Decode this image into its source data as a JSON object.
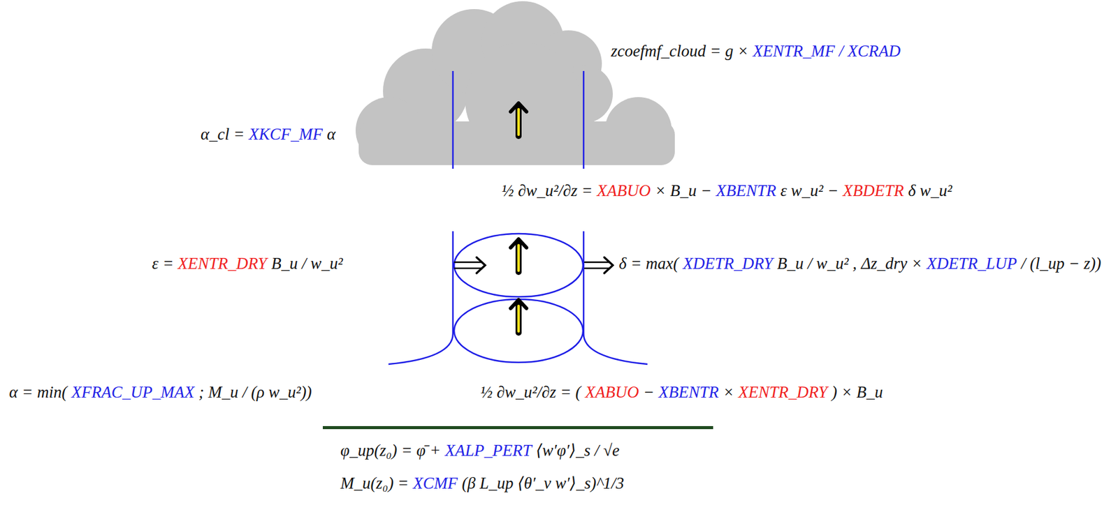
{
  "diagram": {
    "labels": [
      "zcoefmf_cloud = g ×",
      "XENTR_MF / XCRAD",
      "α_cl =",
      "XKCF_MF",
      "α",
      "½ ∂w_u²/∂z =",
      "XABUO",
      "× B_u −",
      "XBENTR",
      "ε w_u² −",
      "XBDETR",
      "δ w_u²",
      "ε =",
      "XENTR_DRY",
      "B_u / w_u²",
      "δ = max(",
      "XDETR_DRY",
      "B_u / w_u² ,",
      "Δz_dry ×",
      "XDETR_LUP",
      "/ (l_up − z))",
      "α = min(",
      "XFRAC_UP_MAX",
      "; M_u / (ρ w_u²))",
      "½ ∂w_u²/∂z = (",
      "XABUO",
      "−",
      "XBENTR",
      "×",
      "XENTR_DRY",
      ") × B_u",
      "φ_up(z₀) = φ̄ +",
      "XALP_PERT",
      "⟨w′φ′⟩_s / √e",
      "M_u(z₀) =",
      "XCMF",
      "(β L_up ⟨θ′_v w′⟩_s)^1/3"
    ]
  }
}
